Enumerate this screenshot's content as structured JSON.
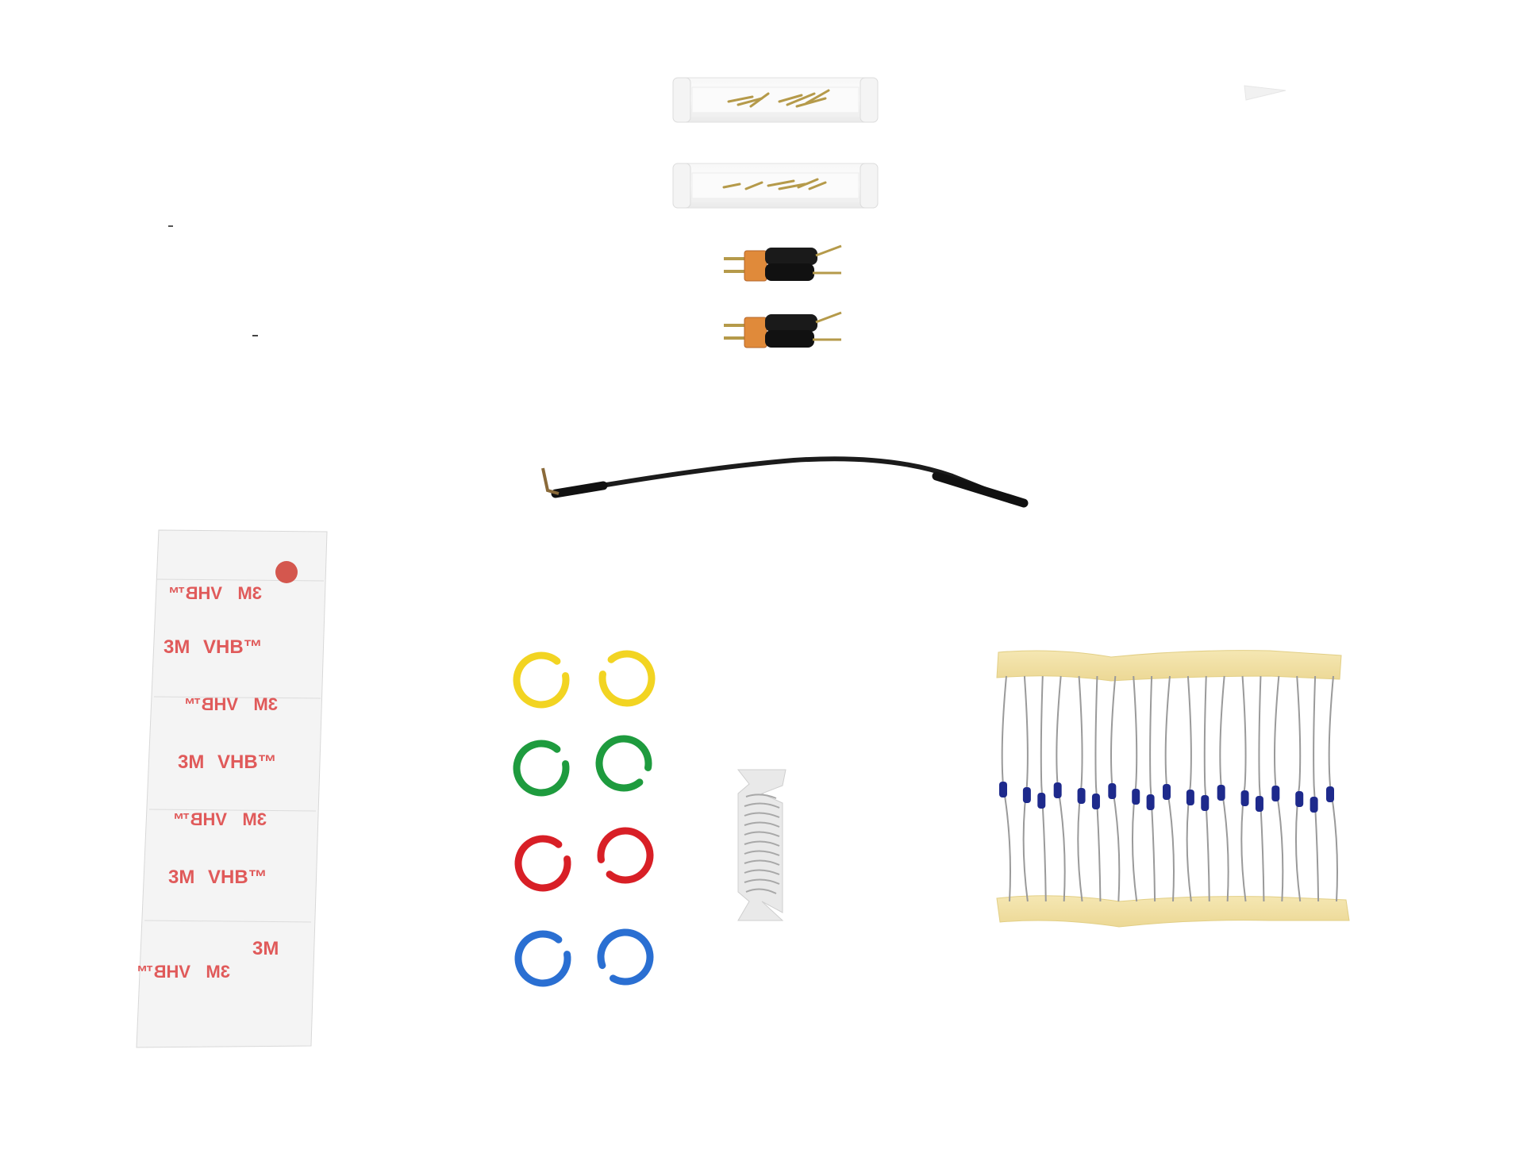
{
  "scene": {
    "background": "#ffffff",
    "items": [
      "pin-tube-top",
      "pin-tube-bottom",
      "probe-connector-top",
      "probe-connector-bottom",
      "tether-cable",
      "adhesive-strip-sheet",
      "color-rings",
      "wire-spool-card",
      "taped-resistor-strip"
    ]
  },
  "adhesive_sheet": {
    "brand": "3M",
    "product": "VHB™",
    "brand_color": "#e05a5a"
  },
  "color_rings": {
    "colors": [
      "#f2d422",
      "#f2d422",
      "#1e9b3e",
      "#1e9b3e",
      "#d81f26",
      "#d81f26",
      "#2a6fd2",
      "#2a6fd2"
    ]
  },
  "resistors": {
    "count": 19,
    "body_color": "#1e2a8c",
    "tape_color": "#f2e2a8"
  }
}
